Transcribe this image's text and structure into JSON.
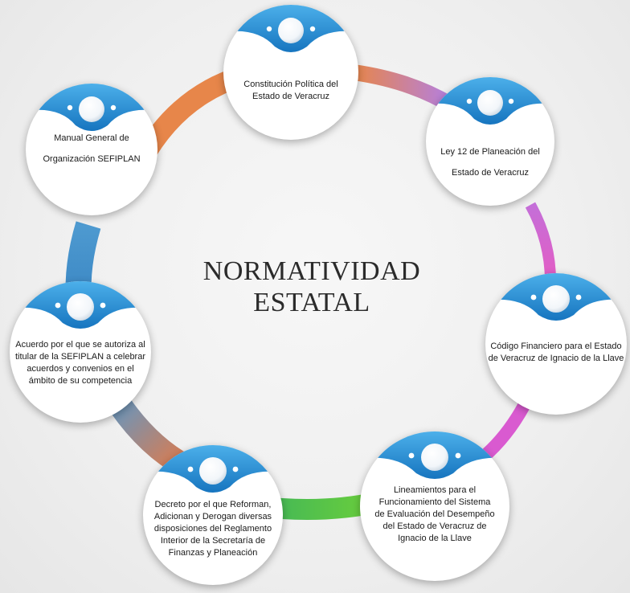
{
  "diagram": {
    "title_line1": "NORMATIVIDAD",
    "title_line2": "ESTATAL",
    "colors": {
      "cap": "#1e8fd6",
      "cap_light": "#5ab6ec",
      "ring_orange": "#e7864a",
      "ring_purple": "#b47fe0",
      "ring_pink": "#e45cc4",
      "ring_green": "#6ccf3a",
      "ring_blue": "#4e9ad0"
    },
    "nodes": [
      {
        "id": "constitucion",
        "text": "Constitución Política del Estado de Veracruz"
      },
      {
        "id": "ley12",
        "text": "Ley 12 de Planeación del Estado de Veracruz"
      },
      {
        "id": "codigo",
        "text": "Código Financiero para el Estado de Veracruz de Ignacio de la Llave"
      },
      {
        "id": "lineamientos",
        "text": "Lineamientos para el Funcionamiento del Sistema de Evaluación del Desempeño del Estado de Veracruz de Ignacio de la Llave"
      },
      {
        "id": "decreto",
        "text": "Decreto por el que Reforman, Adicionan y Derogan diversas disposiciones del Reglamento Interior de la Secretaría de Finanzas y Planeación"
      },
      {
        "id": "acuerdo",
        "text": "Acuerdo por el que se autoriza al titular de la SEFIPLAN a celebrar acuerdos y convenios en el ámbito de su competencia"
      },
      {
        "id": "manual",
        "text": "Manual General de Organización SEFIPLAN"
      }
    ]
  }
}
